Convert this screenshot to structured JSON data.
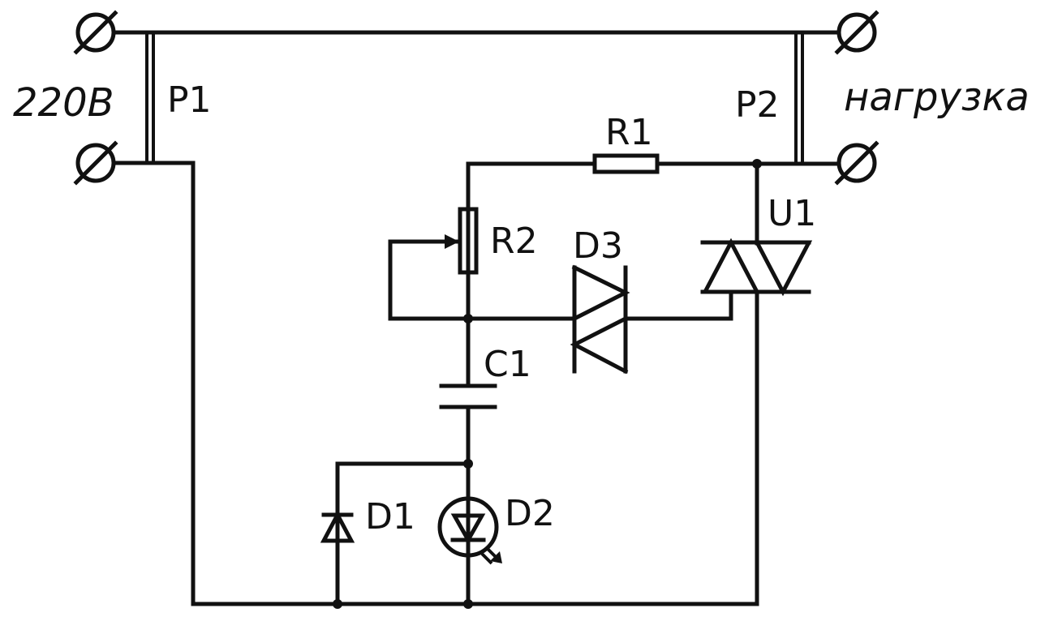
{
  "labels": {
    "input_voltage": "220В",
    "load": "нагрузка",
    "relay_contact_1": "P1",
    "relay_contact_2": "P2",
    "resistor_1": "R1",
    "resistor_2": "R2",
    "capacitor_1": "C1",
    "diode_1": "D1",
    "photodiode_2": "D2",
    "diac_3": "D3",
    "triac_1": "U1"
  },
  "colors": {
    "ink": "#111111",
    "background": "#ffffff"
  }
}
